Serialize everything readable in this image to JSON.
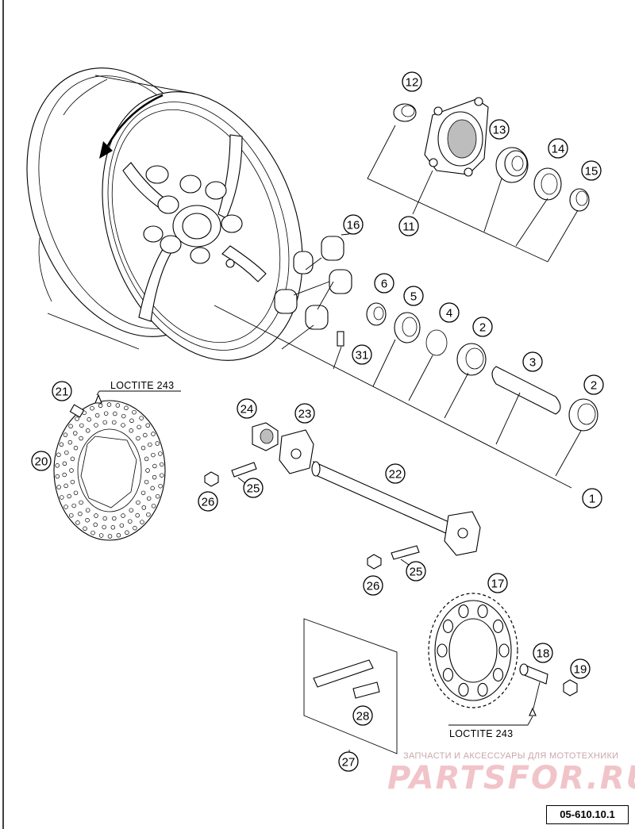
{
  "callouts": [
    {
      "id": "c12",
      "label": "12"
    },
    {
      "id": "c13",
      "label": "13"
    },
    {
      "id": "c14",
      "label": "14"
    },
    {
      "id": "c15",
      "label": "15"
    },
    {
      "id": "c11",
      "label": "11"
    },
    {
      "id": "c16",
      "label": "16"
    },
    {
      "id": "c6",
      "label": "6"
    },
    {
      "id": "c5",
      "label": "5"
    },
    {
      "id": "c4",
      "label": "4"
    },
    {
      "id": "c2a",
      "label": "2"
    },
    {
      "id": "c3",
      "label": "3"
    },
    {
      "id": "c2b",
      "label": "2"
    },
    {
      "id": "c31",
      "label": "31"
    },
    {
      "id": "c21",
      "label": "21"
    },
    {
      "id": "c20",
      "label": "20"
    },
    {
      "id": "c24",
      "label": "24"
    },
    {
      "id": "c23",
      "label": "23"
    },
    {
      "id": "c22",
      "label": "22"
    },
    {
      "id": "c25a",
      "label": "25"
    },
    {
      "id": "c26a",
      "label": "26"
    },
    {
      "id": "c1",
      "label": "1"
    },
    {
      "id": "c26b",
      "label": "26"
    },
    {
      "id": "c25b",
      "label": "25"
    },
    {
      "id": "c17",
      "label": "17"
    },
    {
      "id": "c18",
      "label": "18"
    },
    {
      "id": "c19",
      "label": "19"
    },
    {
      "id": "c28",
      "label": "28"
    },
    {
      "id": "c27",
      "label": "27"
    }
  ],
  "labels": {
    "loctite_top": "LOCTITE 243",
    "loctite_bottom": "LOCTITE 243"
  },
  "watermark": {
    "subtitle": "ЗАПЧАСТИ И АКСЕССУАРЫ ДЛЯ МОТОТЕХНИКИ",
    "brand": "PARTSFOR.RU"
  },
  "document_id": "05-610.10.1"
}
